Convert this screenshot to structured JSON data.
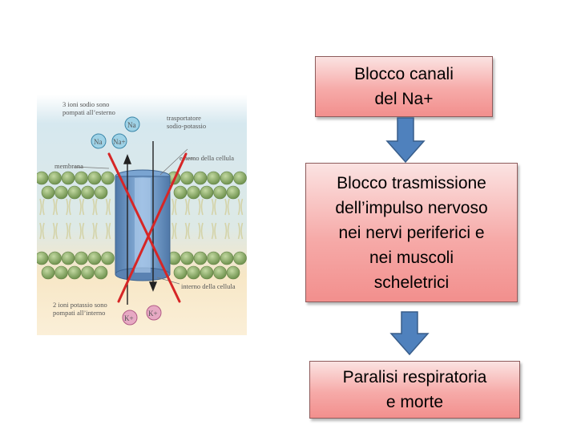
{
  "illustration": {
    "label_sodium_out": "3 ioni sodio sono\npompati all’esterno",
    "label_transporter": "trasportatore\nsodio-potassio",
    "label_membrane": "membrana",
    "label_outside": "esterno della cellula",
    "label_inside": "interno della cellula",
    "label_potassium_in": "2 ioni potassio sono\npompati all’interno",
    "ion_na": "Na",
    "ion_na_plus": "Na+",
    "ion_k": "K+",
    "colors": {
      "outside_bg": "#d6e8ef",
      "inside_bg": "#f7e7c6",
      "lipid_head": "#8bab6a",
      "channel": "#6f9bc9",
      "sodium_ion": "#9fd2e6",
      "potassium_ion": "#e7a9c3",
      "cross": "#d62626"
    }
  },
  "flowchart": {
    "box1": "Blocco canali\ndel Na+",
    "box2": "Blocco trasmissione\ndell’impulso nervoso\nnei nervi periferici e\nnei muscoli\nscheletrici",
    "box3": "Paralisi respiratoria\ne morte",
    "colors": {
      "box_fill": "#f6aaa8",
      "arrow_fill": "#4f81bd",
      "arrow_stroke": "#385d8a"
    }
  }
}
